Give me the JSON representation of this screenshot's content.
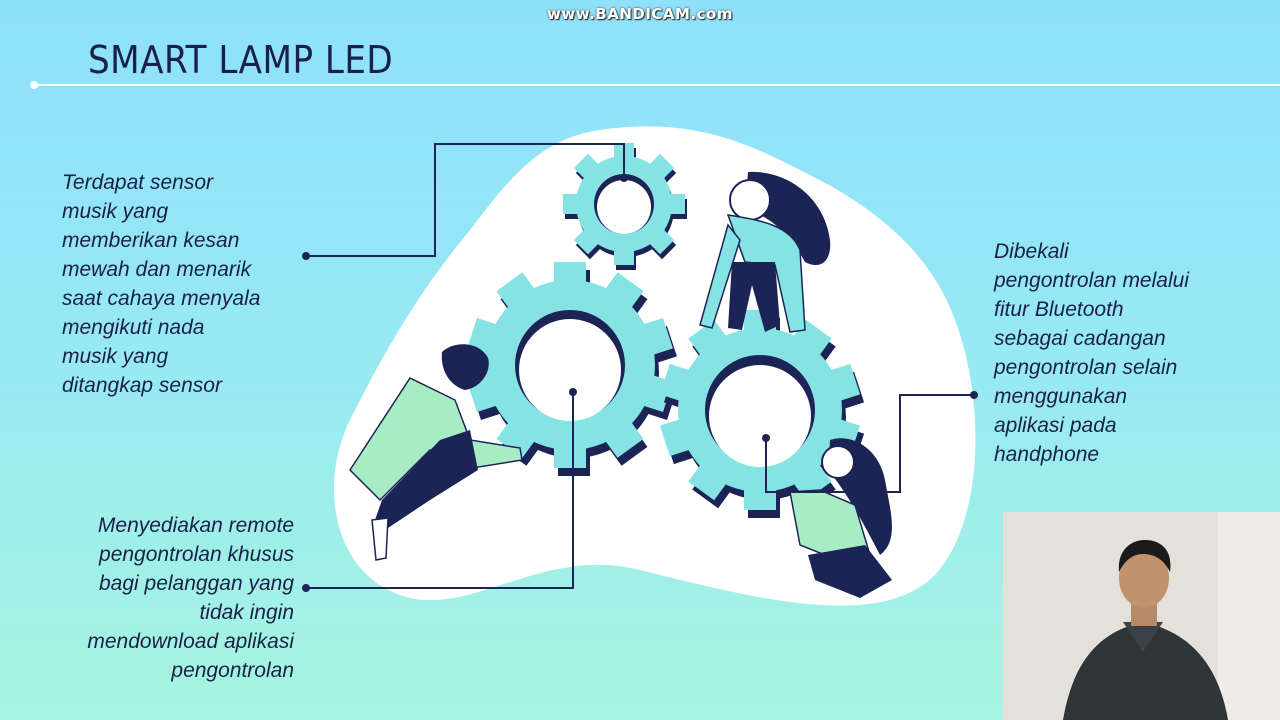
{
  "watermark": "www.BANDICAM.com",
  "slide": {
    "title": "SMART LAMP LED",
    "callouts": {
      "left": [
        "Terdapat sensor",
        "musik yang",
        "memberikan kesan",
        "mewah dan menarik",
        "saat cahaya menyala",
        "mengikuti nada",
        "musik yang",
        "ditangkap sensor"
      ],
      "right": [
        "Dibekali",
        "pengontrolan melalui",
        "fitur Bluetooth",
        "sebagai cadangan",
        "pengontrolan selain",
        "menggunakan",
        "aplikasi pada",
        "handphone"
      ],
      "bottom": [
        "Menyediakan remote",
        "pengontrolan khusus",
        "bagi pelanggan yang",
        "tidak ingin",
        "mendownload aplikasi",
        "pengontrolan"
      ]
    }
  },
  "colors": {
    "title": "#1a2048",
    "gear": "#86e3e3",
    "gear_dark": "#1c2456",
    "blob": "#ffffff",
    "accent_green": "#a8ecc6"
  }
}
